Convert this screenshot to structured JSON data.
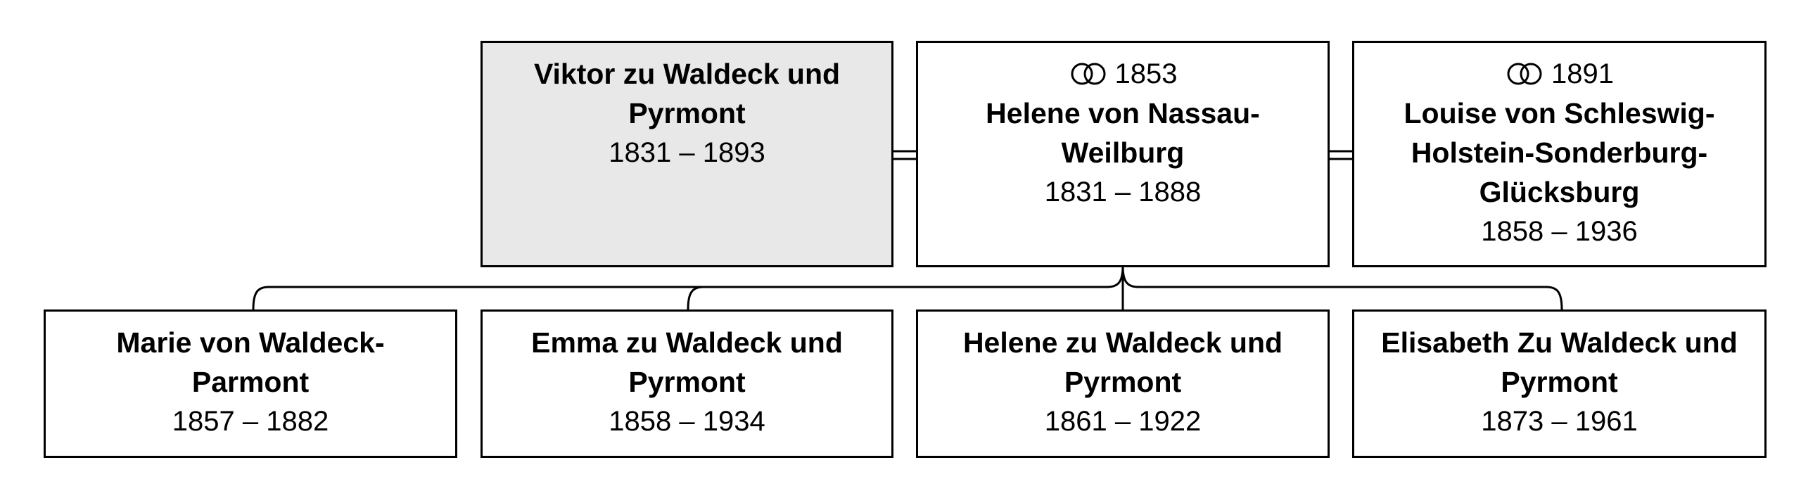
{
  "person": {
    "name": "Viktor zu Waldeck und Pyrmont",
    "dates": "1831 – 1893"
  },
  "spouses": [
    {
      "marriage_year": "1853",
      "name": "Helene von Nassau-Weilburg",
      "dates": "1831 – 1888"
    },
    {
      "marriage_year": "1891",
      "name": "Louise von Schleswig-Holstein-Sonderburg-Glücksburg",
      "dates": "1858 – 1936"
    }
  ],
  "children": [
    {
      "name": "Marie von Waldeck-Parmont",
      "dates": "1857 – 1882"
    },
    {
      "name": "Emma zu Waldeck und Pyrmont",
      "dates": "1858 – 1934"
    },
    {
      "name": "Helene zu Waldeck und Pyrmont",
      "dates": "1861 – 1922"
    },
    {
      "name": "Elisabeth Zu Waldeck und Pyrmont",
      "dates": "1873 – 1961"
    }
  ],
  "icons": {
    "marriage": "interlocking-rings-icon"
  }
}
